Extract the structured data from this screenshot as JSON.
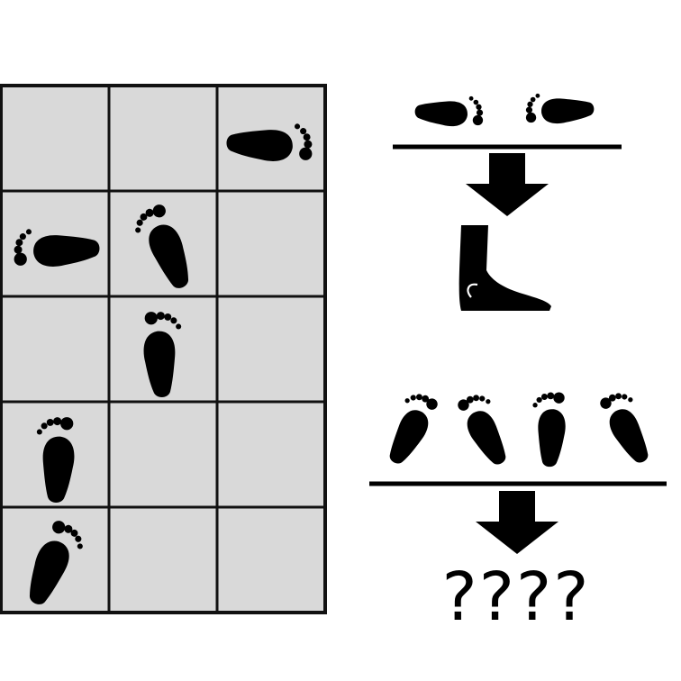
{
  "puzzle": {
    "grid": {
      "rows": 5,
      "cols": 3,
      "cell_color": "#d9d9d9",
      "line_color": "#111111",
      "footprints": [
        {
          "row": 0,
          "col": 2,
          "foot": "left",
          "direction": "right"
        },
        {
          "row": 1,
          "col": 0,
          "foot": "right",
          "direction": "left"
        },
        {
          "row": 1,
          "col": 1,
          "foot": "left",
          "direction": "up-left"
        },
        {
          "row": 2,
          "col": 1,
          "foot": "right",
          "direction": "up"
        },
        {
          "row": 3,
          "col": 0,
          "foot": "left",
          "direction": "up"
        },
        {
          "row": 4,
          "col": 0,
          "foot": "right",
          "direction": "up-right"
        }
      ]
    },
    "example": {
      "inputs": [
        {
          "foot": "left",
          "direction": "right"
        },
        {
          "foot": "right",
          "direction": "left"
        }
      ],
      "result_icon": "foot-side-view-icon"
    },
    "question": {
      "inputs": [
        {
          "foot": "left",
          "direction": "up-right"
        },
        {
          "foot": "right",
          "direction": "up-left"
        },
        {
          "foot": "left",
          "direction": "up"
        },
        {
          "foot": "right",
          "direction": "up-left"
        }
      ],
      "answer_text": "????"
    },
    "colors": {
      "ink": "#000000",
      "background": "#ffffff"
    }
  }
}
